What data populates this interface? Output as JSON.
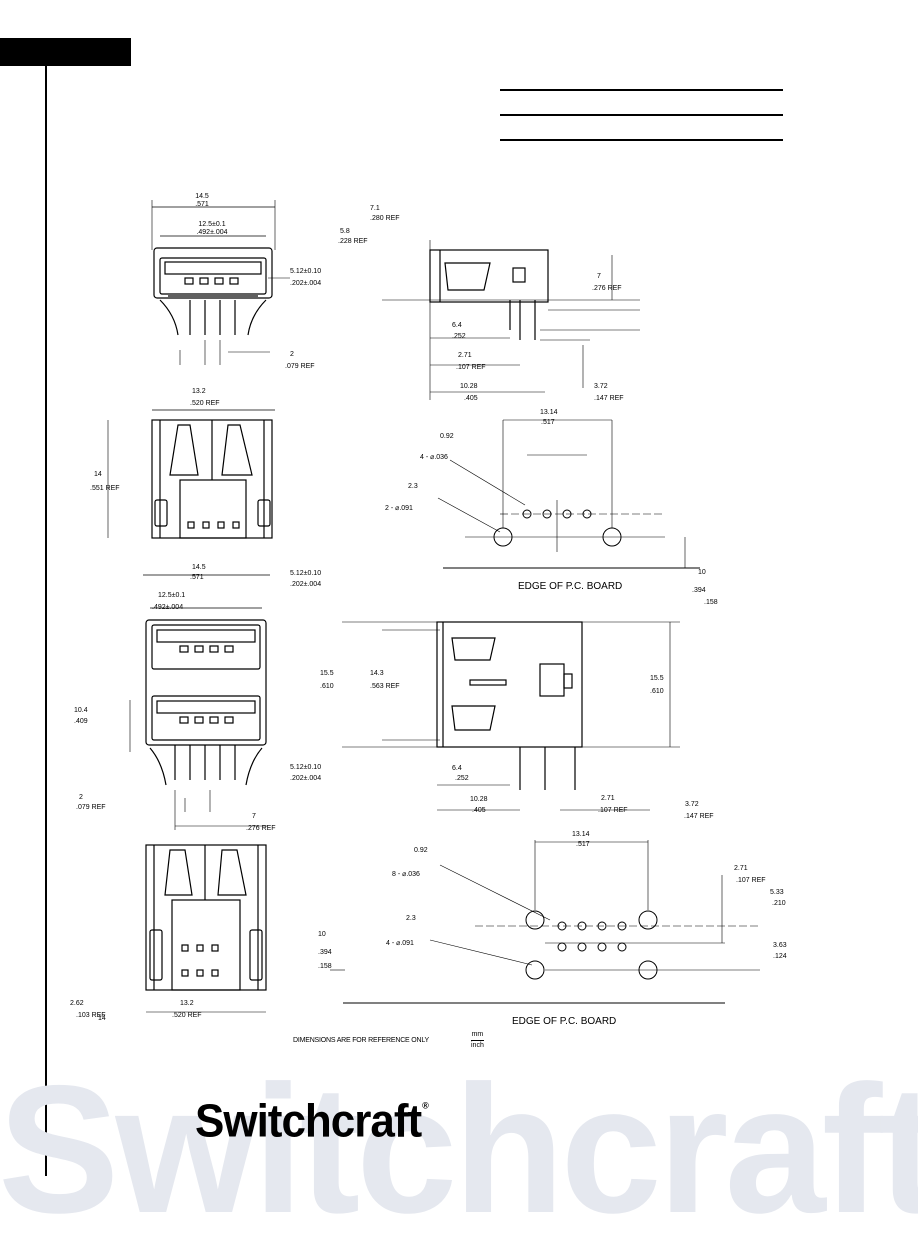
{
  "brand": {
    "name": "Switchcraft",
    "registered": "®",
    "watermark": "Switchcraft"
  },
  "footnote": {
    "dimensions_note": "DIMENSIONS ARE FOR REFERENCE ONLY",
    "unit_mm": "mm",
    "unit_inch": "inch"
  },
  "colors": {
    "ink": "#000000",
    "watermark": "#e5e8ef"
  },
  "labels": {
    "pcb_edge_1": "EDGE OF P.C. BOARD",
    "pcb_edge_2": "EDGE OF P.C. BOARD",
    "d_14_5": "14.5",
    "d_571": ".571",
    "d_12_5": "12.5±0.1",
    "d_492": ".492±.004",
    "d_5_12": "5.12±0.10",
    "d_202": ".202±.004",
    "d_2": "2",
    "d_079ref": ".079 REF",
    "d_7_1": "7.1",
    "d_280ref": ".280 REF",
    "d_5_8": "5.8",
    "d_228ref": ".228 REF",
    "d_7": "7",
    "d_276ref": ".276 REF",
    "d_6_4": "6.4",
    "d_252": ".252",
    "d_2_71": "2.71",
    "d_107ref": ".107 REF",
    "d_10_28": "10.28",
    "d_405": ".405",
    "d_3_72": "3.72",
    "d_147ref": ".147 REF",
    "d_14": "14",
    "d_551ref": ".551 REF",
    "d_13_2": "13.2",
    "d_520ref": ".520 REF",
    "d_10_4": "10.4",
    "d_409": ".409",
    "d_14_3": "14.3",
    "d_563ref": ".563 REF",
    "d_15_5": "15.5",
    "d_610": ".610",
    "d_13_14": "13.14",
    "d_517": ".517",
    "d_0_92": "0.92",
    "d_4_036": "4 - ⌀.036",
    "d_2_3": "2.3",
    "d_2_091": "2 - ⌀.091",
    "d_10": "10",
    "d_394": ".394",
    "d_158": ".158",
    "d_5_33": "5.33",
    "d_210": ".210",
    "d_3_63": "3.63",
    "d_124": ".124",
    "d_2_62": "2.62",
    "d_103ref": ".103 REF",
    "d_8_036": "8 - ⌀.036",
    "d_4_091": "4 - ⌀.091"
  }
}
